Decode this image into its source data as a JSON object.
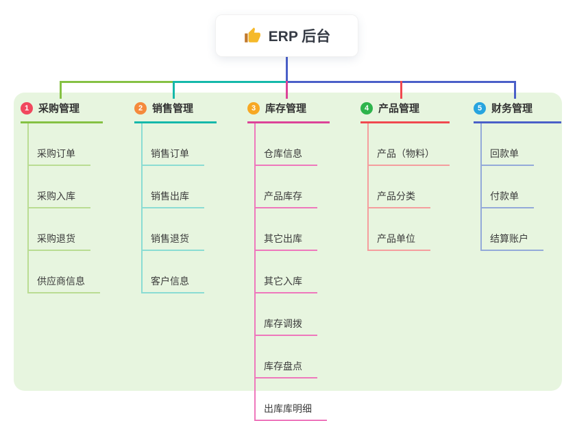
{
  "root": {
    "title": "ERP 后台",
    "icon": "thumbs-up-icon"
  },
  "colors": {
    "panel_background": "#e7f5df",
    "trunk_blue": "#4a5fc8",
    "thumb_gold": "#f5b92a",
    "thumb_cuff": "#c1792d"
  },
  "branches": [
    {
      "num": "1",
      "label": "采购管理",
      "badge_color": "#f1485e",
      "line_color": "#85c143",
      "child_line_color": "#b9dc92",
      "children": [
        "采购订单",
        "采购入库",
        "采购退货",
        "供应商信息"
      ]
    },
    {
      "num": "2",
      "label": "销售管理",
      "badge_color": "#f58a3c",
      "line_color": "#14b8aa",
      "child_line_color": "#8adcd3",
      "children": [
        "销售订单",
        "销售出库",
        "销售退货",
        "客户信息"
      ]
    },
    {
      "num": "3",
      "label": "库存管理",
      "badge_color": "#f7a824",
      "line_color": "#dc4398",
      "child_line_color": "#ee77bc",
      "children": [
        "仓库信息",
        "产品库存",
        "其它出库",
        "其它入库",
        "库存调拨",
        "库存盘点",
        "出库库明细"
      ]
    },
    {
      "num": "4",
      "label": "产品管理",
      "badge_color": "#2eb44c",
      "line_color": "#f0484f",
      "child_line_color": "#f59d9d",
      "children": [
        "产品（物料）",
        "产品分类",
        "产品单位"
      ]
    },
    {
      "num": "5",
      "label": "财务管理",
      "badge_color": "#27a4df",
      "line_color": "#4a5fc8",
      "child_line_color": "#93a9d9",
      "children": [
        "回款单",
        "付款单",
        "结算账户"
      ]
    }
  ]
}
